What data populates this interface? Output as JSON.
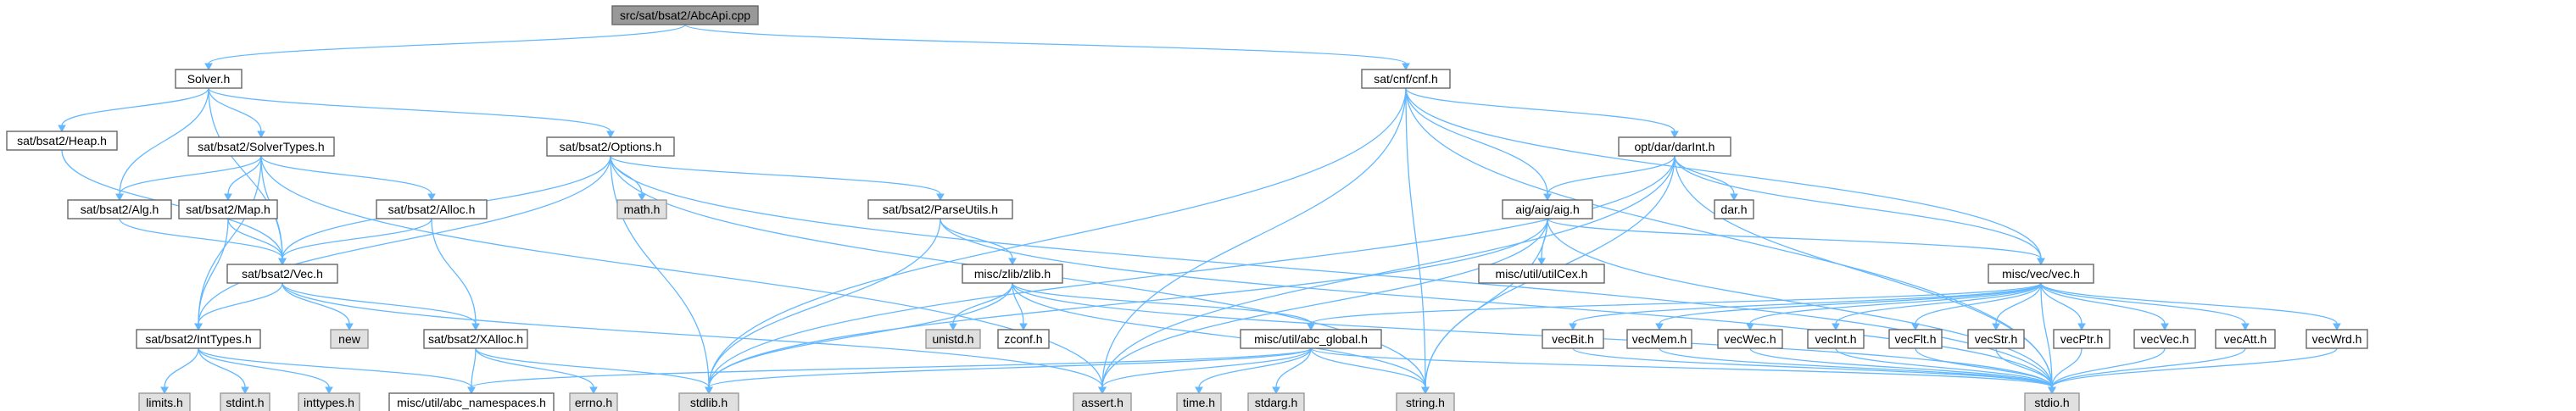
{
  "colors": {
    "edge": "#63b8ff",
    "node_border": "#666666",
    "root_fill": "#999999",
    "system_fill": "#e0e0e0",
    "user_fill": "#ffffff"
  },
  "nodes": [
    {
      "id": "abcapi",
      "label": "src/sat/bsat2/AbcApi.cpp",
      "kind": "root"
    },
    {
      "id": "solver",
      "label": "Solver.h",
      "kind": "user"
    },
    {
      "id": "cnf",
      "label": "sat/cnf/cnf.h",
      "kind": "user"
    },
    {
      "id": "heap",
      "label": "sat/bsat2/Heap.h",
      "kind": "user"
    },
    {
      "id": "solvertypes",
      "label": "sat/bsat2/SolverTypes.h",
      "kind": "user"
    },
    {
      "id": "options",
      "label": "sat/bsat2/Options.h",
      "kind": "user"
    },
    {
      "id": "darint",
      "label": "opt/dar/darInt.h",
      "kind": "user"
    },
    {
      "id": "alg",
      "label": "sat/bsat2/Alg.h",
      "kind": "user"
    },
    {
      "id": "map",
      "label": "sat/bsat2/Map.h",
      "kind": "user"
    },
    {
      "id": "alloc",
      "label": "sat/bsat2/Alloc.h",
      "kind": "user"
    },
    {
      "id": "math",
      "label": "math.h",
      "kind": "sys"
    },
    {
      "id": "parseutils",
      "label": "sat/bsat2/ParseUtils.h",
      "kind": "user"
    },
    {
      "id": "aig",
      "label": "aig/aig/aig.h",
      "kind": "user"
    },
    {
      "id": "dar",
      "label": "dar.h",
      "kind": "user"
    },
    {
      "id": "utilcex",
      "label": "misc/util/utilCex.h",
      "kind": "user"
    },
    {
      "id": "vech",
      "label": "sat/bsat2/Vec.h",
      "kind": "user"
    },
    {
      "id": "zlib",
      "label": "misc/zlib/zlib.h",
      "kind": "user"
    },
    {
      "id": "vecvec",
      "label": "misc/vec/vec.h",
      "kind": "user"
    },
    {
      "id": "new",
      "label": "new",
      "kind": "sys"
    },
    {
      "id": "inttypes",
      "label": "sat/bsat2/IntTypes.h",
      "kind": "user"
    },
    {
      "id": "xalloc",
      "label": "sat/bsat2/XAlloc.h",
      "kind": "user"
    },
    {
      "id": "unistd",
      "label": "unistd.h",
      "kind": "sys"
    },
    {
      "id": "zconf",
      "label": "zconf.h",
      "kind": "user"
    },
    {
      "id": "abcglobal",
      "label": "misc/util/abc_global.h",
      "kind": "user"
    },
    {
      "id": "vecbit",
      "label": "vecBit.h",
      "kind": "user"
    },
    {
      "id": "vecmem",
      "label": "vecMem.h",
      "kind": "user"
    },
    {
      "id": "vecwec",
      "label": "vecWec.h",
      "kind": "user"
    },
    {
      "id": "vecint",
      "label": "vecInt.h",
      "kind": "user"
    },
    {
      "id": "vecflt",
      "label": "vecFlt.h",
      "kind": "user"
    },
    {
      "id": "vecstr",
      "label": "vecStr.h",
      "kind": "user"
    },
    {
      "id": "vecptr",
      "label": "vecPtr.h",
      "kind": "user"
    },
    {
      "id": "vecvech",
      "label": "vecVec.h",
      "kind": "user"
    },
    {
      "id": "vecatt",
      "label": "vecAtt.h",
      "kind": "user"
    },
    {
      "id": "vecwrd",
      "label": "vecWrd.h",
      "kind": "user"
    },
    {
      "id": "limits",
      "label": "limits.h",
      "kind": "sys"
    },
    {
      "id": "stdint",
      "label": "stdint.h",
      "kind": "sys"
    },
    {
      "id": "inttypesh",
      "label": "inttypes.h",
      "kind": "sys"
    },
    {
      "id": "namespaces",
      "label": "misc/util/abc_namespaces.h",
      "kind": "user"
    },
    {
      "id": "errno",
      "label": "errno.h",
      "kind": "sys"
    },
    {
      "id": "stdlib",
      "label": "stdlib.h",
      "kind": "sys"
    },
    {
      "id": "assert",
      "label": "assert.h",
      "kind": "sys"
    },
    {
      "id": "time",
      "label": "time.h",
      "kind": "sys"
    },
    {
      "id": "stdarg",
      "label": "stdarg.h",
      "kind": "sys"
    },
    {
      "id": "string",
      "label": "string.h",
      "kind": "sys"
    },
    {
      "id": "stdio",
      "label": "stdio.h",
      "kind": "sys"
    }
  ],
  "edges": [
    [
      "abcapi",
      "solver"
    ],
    [
      "abcapi",
      "cnf"
    ],
    [
      "solver",
      "heap"
    ],
    [
      "solver",
      "solvertypes"
    ],
    [
      "solver",
      "options"
    ],
    [
      "solver",
      "alg"
    ],
    [
      "solver",
      "vech"
    ],
    [
      "heap",
      "vech"
    ],
    [
      "solvertypes",
      "alg"
    ],
    [
      "solvertypes",
      "map"
    ],
    [
      "solvertypes",
      "alloc"
    ],
    [
      "solvertypes",
      "vech"
    ],
    [
      "solvertypes",
      "inttypes"
    ],
    [
      "solvertypes",
      "assert"
    ],
    [
      "options",
      "math"
    ],
    [
      "options",
      "parseutils"
    ],
    [
      "options",
      "vech"
    ],
    [
      "options",
      "inttypes"
    ],
    [
      "options",
      "stdlib"
    ],
    [
      "options",
      "string"
    ],
    [
      "options",
      "stdio"
    ],
    [
      "alg",
      "vech"
    ],
    [
      "map",
      "vech"
    ],
    [
      "map",
      "inttypes"
    ],
    [
      "alloc",
      "vech"
    ],
    [
      "alloc",
      "xalloc"
    ],
    [
      "parseutils",
      "zlib"
    ],
    [
      "parseutils",
      "stdlib"
    ],
    [
      "parseutils",
      "stdio"
    ],
    [
      "vech",
      "new"
    ],
    [
      "vech",
      "inttypes"
    ],
    [
      "vech",
      "xalloc"
    ],
    [
      "vech",
      "assert"
    ],
    [
      "inttypes",
      "limits"
    ],
    [
      "inttypes",
      "stdint"
    ],
    [
      "inttypes",
      "inttypesh"
    ],
    [
      "inttypes",
      "namespaces"
    ],
    [
      "xalloc",
      "namespaces"
    ],
    [
      "xalloc",
      "errno"
    ],
    [
      "xalloc",
      "stdlib"
    ],
    [
      "zlib",
      "unistd"
    ],
    [
      "zlib",
      "zconf"
    ],
    [
      "zlib",
      "abcglobal"
    ],
    [
      "zlib",
      "stdlib"
    ],
    [
      "zlib",
      "string"
    ],
    [
      "zlib",
      "stdio"
    ],
    [
      "cnf",
      "darint"
    ],
    [
      "cnf",
      "aig"
    ],
    [
      "cnf",
      "vecvec"
    ],
    [
      "cnf",
      "stdlib"
    ],
    [
      "cnf",
      "assert"
    ],
    [
      "cnf",
      "string"
    ],
    [
      "cnf",
      "stdio"
    ],
    [
      "darint",
      "aig"
    ],
    [
      "darint",
      "dar"
    ],
    [
      "darint",
      "vecvec"
    ],
    [
      "darint",
      "stdlib"
    ],
    [
      "darint",
      "assert"
    ],
    [
      "darint",
      "string"
    ],
    [
      "darint",
      "stdio"
    ],
    [
      "aig",
      "utilcex"
    ],
    [
      "aig",
      "vecvec"
    ],
    [
      "aig",
      "stdlib"
    ],
    [
      "aig",
      "assert"
    ],
    [
      "aig",
      "string"
    ],
    [
      "aig",
      "stdio"
    ],
    [
      "vecvec",
      "abcglobal"
    ],
    [
      "vecvec",
      "vecbit"
    ],
    [
      "vecvec",
      "vecmem"
    ],
    [
      "vecvec",
      "vecwec"
    ],
    [
      "vecvec",
      "vecint"
    ],
    [
      "vecvec",
      "vecflt"
    ],
    [
      "vecvec",
      "vecstr"
    ],
    [
      "vecvec",
      "vecptr"
    ],
    [
      "vecvec",
      "vecvech"
    ],
    [
      "vecvec",
      "vecatt"
    ],
    [
      "vecvec",
      "vecwrd"
    ],
    [
      "vecvec",
      "stdio"
    ],
    [
      "abcglobal",
      "namespaces"
    ],
    [
      "abcglobal",
      "stdlib"
    ],
    [
      "abcglobal",
      "assert"
    ],
    [
      "abcglobal",
      "time"
    ],
    [
      "abcglobal",
      "stdarg"
    ],
    [
      "abcglobal",
      "string"
    ],
    [
      "abcglobal",
      "stdio"
    ],
    [
      "vecbit",
      "stdio"
    ],
    [
      "vecmem",
      "stdio"
    ],
    [
      "vecwec",
      "stdio"
    ],
    [
      "vecint",
      "stdio"
    ],
    [
      "vecflt",
      "stdio"
    ],
    [
      "vecstr",
      "stdio"
    ],
    [
      "vecptr",
      "stdio"
    ],
    [
      "vecvech",
      "stdio"
    ],
    [
      "vecatt",
      "stdio"
    ],
    [
      "vecwrd",
      "stdio"
    ]
  ]
}
